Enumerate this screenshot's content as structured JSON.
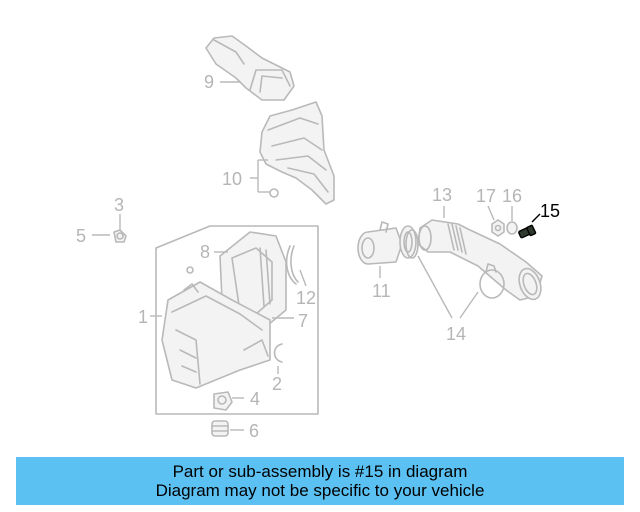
{
  "callouts": {
    "c1": "1",
    "c2": "2",
    "c3": "3",
    "c4": "4",
    "c5": "5",
    "c6": "6",
    "c7": "7",
    "c8": "8",
    "c9": "9",
    "c10": "10",
    "c11": "11",
    "c12": "12",
    "c13": "13",
    "c14": "14",
    "c15": "15",
    "c16": "16",
    "c17": "17"
  },
  "highlighted_part": "15",
  "colors": {
    "banner": "#5bc1f3",
    "highlight": "#000000",
    "line_art": "#b9b9b9"
  },
  "banner": {
    "line1": "Part or sub-assembly is #15 in diagram",
    "line2": "Diagram may not be specific to your vehicle"
  }
}
